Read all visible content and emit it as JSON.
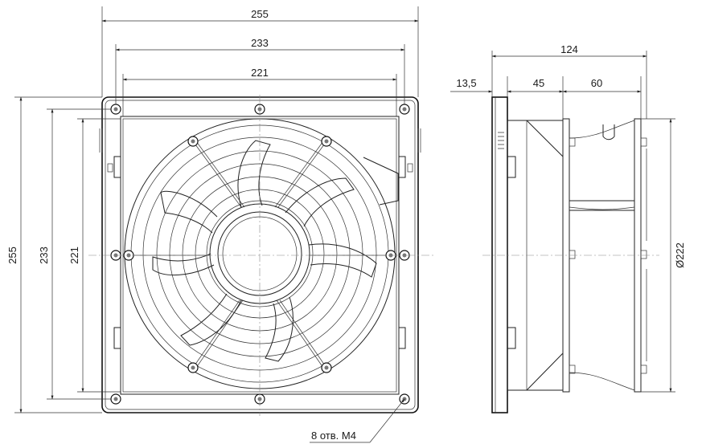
{
  "dimensions": {
    "front_outer_width": "255",
    "front_hole_spacing_h": "233",
    "front_inner_width": "221",
    "front_outer_height": "255",
    "front_hole_spacing_v": "233",
    "front_inner_height": "221",
    "side_total_depth": "124",
    "side_flange": "13,5",
    "side_segment_a": "45",
    "side_segment_b": "60",
    "side_diameter": "Ø222"
  },
  "note": "8 отв. M4"
}
